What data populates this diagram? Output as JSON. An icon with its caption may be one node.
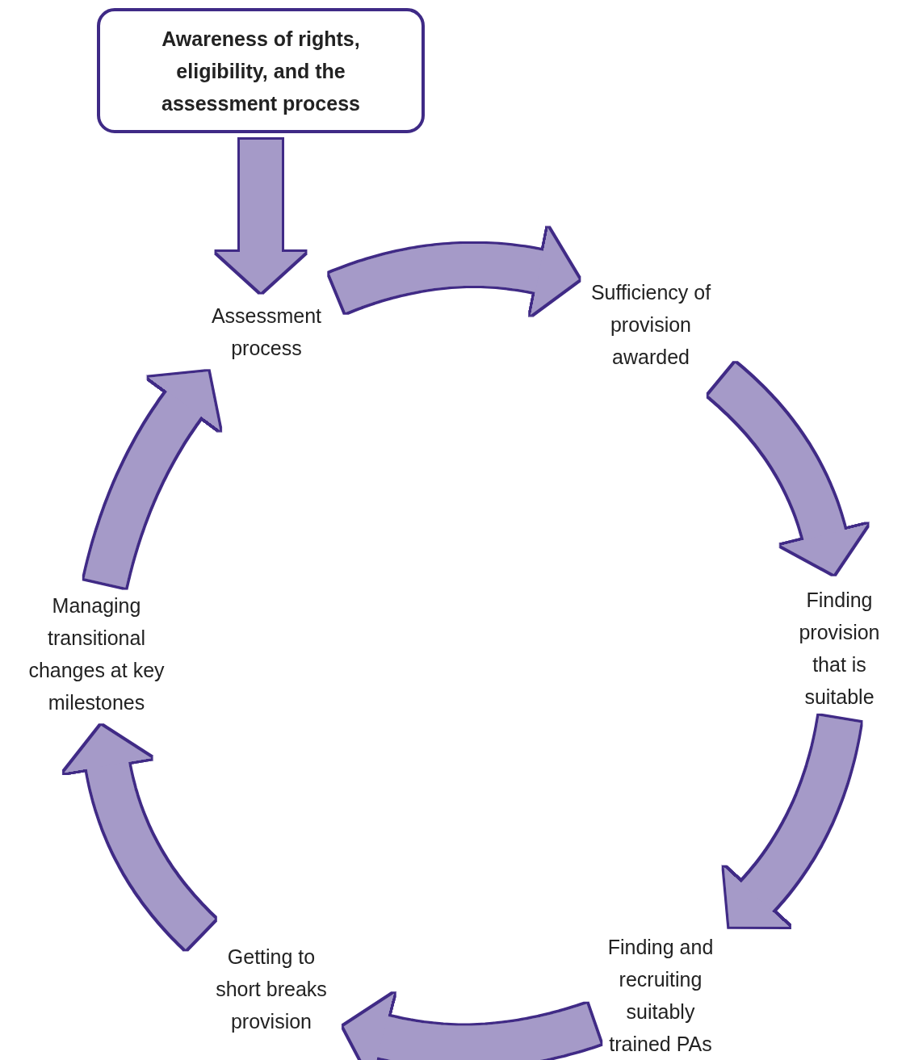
{
  "diagram": {
    "nodes": [
      {
        "text": [
          "Awareness of rights, eligibility, and the assessment process"
        ]
      },
      {
        "text": [
          "Assessment process"
        ]
      },
      {
        "text": [
          "Sufficiency of provision awarded"
        ]
      },
      {
        "text": [
          "Finding provision that is suitable"
        ]
      },
      {
        "text": [
          "Finding and recruiting suitably trained PAs"
        ]
      },
      {
        "text": [
          "Getting to short breaks provision"
        ]
      },
      {
        "text": [
          "Managing transitional changes at key milestones"
        ]
      }
    ],
    "edges": [
      {
        "from": 0,
        "to": 1,
        "arrow": "to"
      },
      {
        "from": 1,
        "to": 2,
        "arrow": "to"
      },
      {
        "from": 2,
        "to": 3,
        "arrow": "to"
      },
      {
        "from": 3,
        "to": 4,
        "arrow": "to"
      },
      {
        "from": 4,
        "to": 5,
        "arrow": "to"
      },
      {
        "from": 5,
        "to": 6,
        "arrow": "to"
      },
      {
        "from": 6,
        "to": 1,
        "arrow": "to"
      }
    ]
  }
}
